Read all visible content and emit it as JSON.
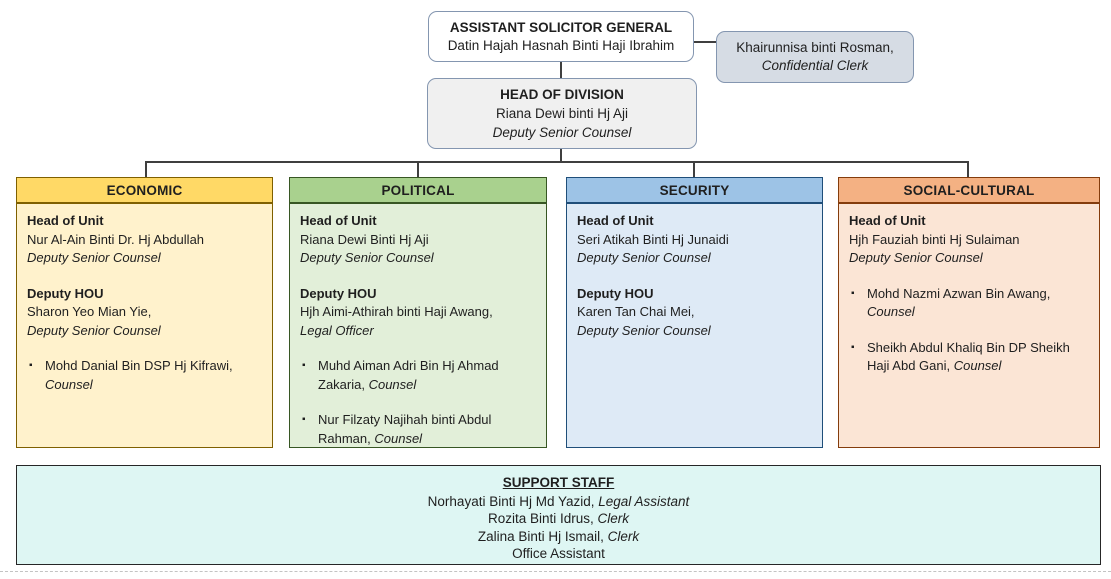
{
  "icons": {
    "bullet": "▪"
  },
  "palette": {
    "box_border_bluegray": "#8496b0",
    "clerk_bg": "#d6dce4",
    "hod_bg": "#f0f0f0",
    "support_bg": "#def6f3",
    "support_border": "#262626",
    "connector": "#3f3f3f"
  },
  "top": {
    "asg": {
      "title": "ASSISTANT SOLICITOR GENERAL",
      "name": "Datin Hajah Hasnah Binti Haji Ibrahim"
    },
    "clerk": {
      "name": "Khairunnisa binti Rosman,",
      "role": "Confidential Clerk"
    },
    "hod": {
      "title": "HEAD OF DIVISION",
      "name": "Riana Dewi binti Hj Aji",
      "role": "Deputy Senior Counsel"
    }
  },
  "units": [
    {
      "id": "economic",
      "title": "ECONOMIC",
      "header_bg": "#ffd966",
      "body_bg": "#fff2cc",
      "border": "#7f6000",
      "blocks": [
        {
          "type": "role",
          "heading": "Head of Unit",
          "name": "Nur Al-Ain Binti Dr. Hj Abdullah",
          "role": "Deputy Senior Counsel"
        },
        {
          "type": "role",
          "heading": "Deputy HOU",
          "name": "Sharon Yeo Mian Yie,",
          "role": "Deputy Senior Counsel"
        },
        {
          "type": "bullet",
          "name": "Mohd Danial Bin DSP Hj Kifrawi, ",
          "role": "Counsel"
        }
      ]
    },
    {
      "id": "political",
      "title": "POLITICAL",
      "header_bg": "#a9d18e",
      "body_bg": "#e2efd9",
      "border": "#375623",
      "blocks": [
        {
          "type": "role",
          "heading": "Head of Unit",
          "name": "Riana Dewi Binti Hj Aji",
          "role": "Deputy Senior Counsel"
        },
        {
          "type": "role",
          "heading": "Deputy HOU",
          "name": "Hjh Aimi-Athirah binti Haji Awang,",
          "role": "Legal Officer"
        },
        {
          "type": "bullet",
          "name": "Muhd Aiman Adri Bin Hj Ahmad Zakaria, ",
          "role": "Counsel"
        },
        {
          "type": "bullet",
          "name": "Nur Filzaty Najihah binti Abdul Rahman, ",
          "role": "Counsel"
        }
      ]
    },
    {
      "id": "security",
      "title": "SECURITY",
      "header_bg": "#9dc3e6",
      "body_bg": "#deeaf6",
      "border": "#1f4e79",
      "blocks": [
        {
          "type": "role",
          "heading": "Head of Unit",
          "name": "Seri Atikah Binti Hj Junaidi",
          "role": "Deputy Senior Counsel"
        },
        {
          "type": "role",
          "heading": "Deputy HOU",
          "name": "Karen Tan Chai Mei,",
          "role": "Deputy Senior Counsel"
        }
      ]
    },
    {
      "id": "social-cultural",
      "title": "SOCIAL-CULTURAL",
      "header_bg": "#f4b183",
      "body_bg": "#fbe5d5",
      "border": "#843c0c",
      "blocks": [
        {
          "type": "role",
          "heading": "Head of Unit",
          "name": "Hjh Fauziah binti Hj Sulaiman",
          "role": "Deputy Senior Counsel"
        },
        {
          "type": "bullet",
          "name": "Mohd Nazmi Azwan Bin Awang, ",
          "role": "Counsel"
        },
        {
          "type": "bullet",
          "name": "Sheikh Abdul Khaliq Bin DP Sheikh Haji Abd Gani, ",
          "role": "Counsel"
        }
      ]
    }
  ],
  "support": {
    "title": "SUPPORT STAFF",
    "rows": [
      {
        "name": "Norhayati Binti Hj Md Yazid, ",
        "role": "Legal Assistant"
      },
      {
        "name": "Rozita Binti Idrus, ",
        "role": "Clerk"
      },
      {
        "name": "Zalina Binti Hj Ismail, ",
        "role": "Clerk"
      },
      {
        "name": "Office Assistant",
        "role": ""
      }
    ]
  }
}
